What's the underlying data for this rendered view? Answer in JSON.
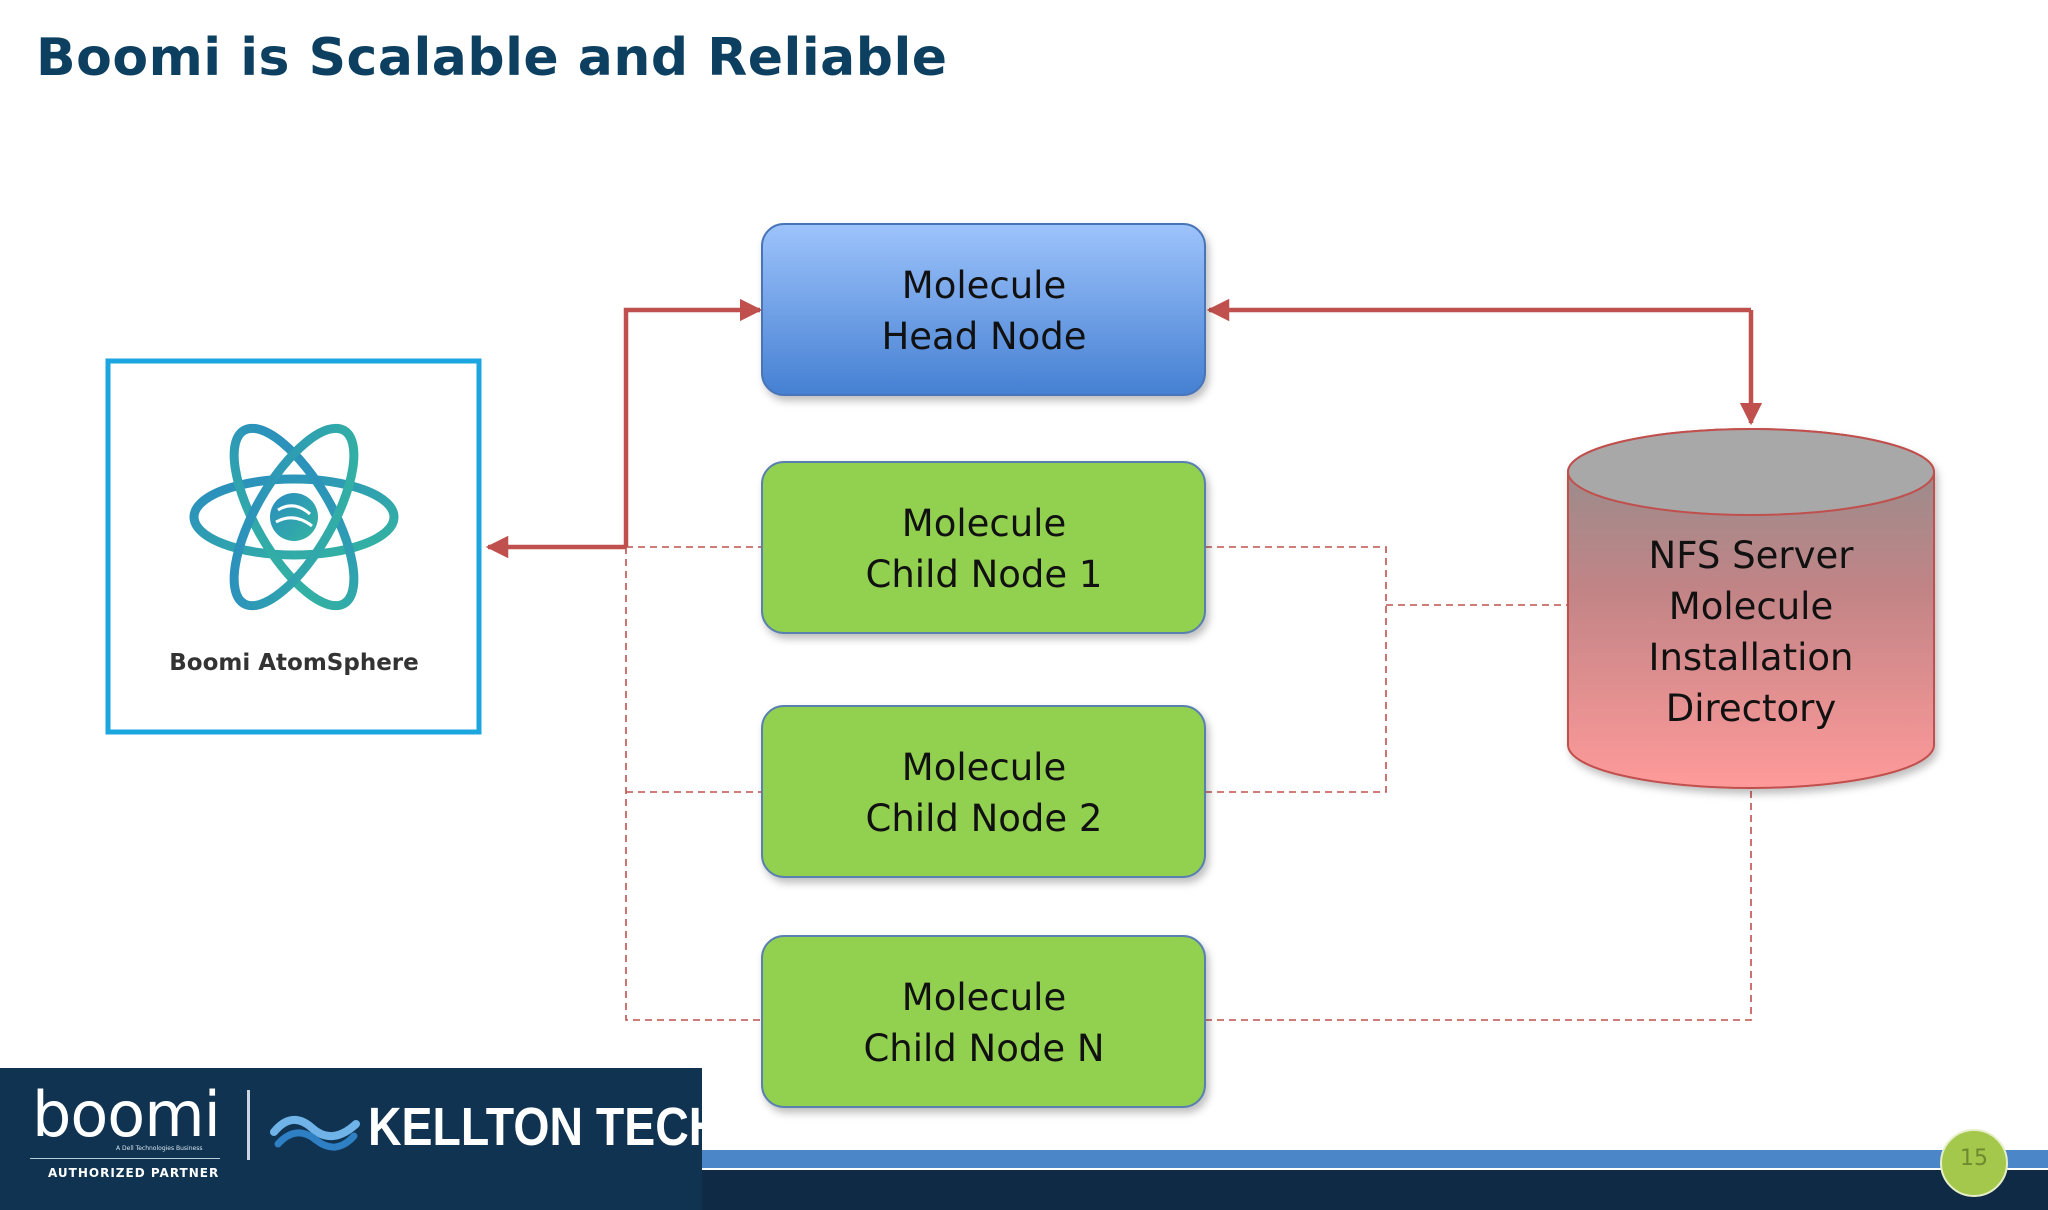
{
  "slide": {
    "title": "Boomi is Scalable and Reliable",
    "page_number": "15"
  },
  "atomsphere": {
    "label": "Boomi AtomSphere",
    "icon": "atom-icon"
  },
  "nodes": {
    "head": {
      "line1": "Molecule",
      "line2": "Head Node"
    },
    "child1": {
      "line1": "Molecule",
      "line2": "Child Node 1"
    },
    "child2": {
      "line1": "Molecule",
      "line2": "Child Node 2"
    },
    "childN": {
      "line1": "Molecule",
      "line2": "Child Node N"
    }
  },
  "nfs": {
    "line1": "NFS Server",
    "line2": "Molecule",
    "line3": "Installation",
    "line4": "Directory"
  },
  "footer": {
    "boomi_logo": "boomi",
    "boomi_tagline": "A Dell Technologies Business",
    "partner_label": "AUTHORIZED PARTNER",
    "kellton_logo": "KELLTON TECH"
  },
  "colors": {
    "title": "#0d4060",
    "head_node": "#4a86d8",
    "child_node": "#92d050",
    "nfs_top": "#a6a6a6",
    "nfs_bottom": "#ff9999",
    "connector": "#c0504d",
    "footer": "#0f2a45"
  }
}
